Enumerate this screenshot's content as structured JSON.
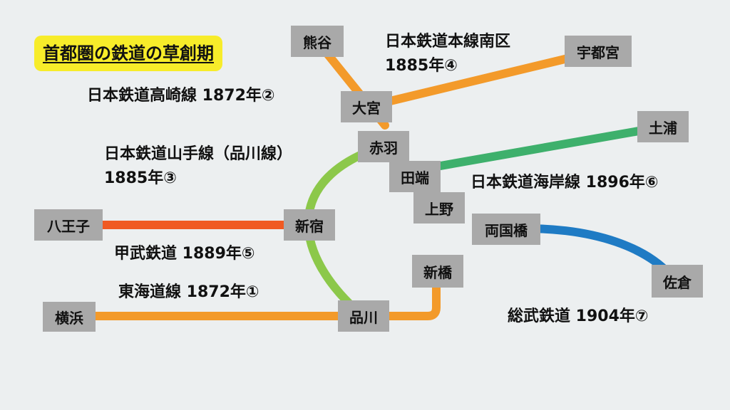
{
  "title": "首都圏の鉄道の草創期",
  "colors": {
    "background": "#eceff0",
    "title_highlight": "#f7ec2a",
    "station_box": "#a9a9a9",
    "tokaido": "#f39a2a",
    "takasaki": "#f39a2a",
    "yamanote": "#8cc84a",
    "nanku": "#f39a2a",
    "kobu": "#f05a22",
    "kaigan": "#3eb06c",
    "sobu": "#1f7bc4"
  },
  "stations": {
    "kumagaya": "熊谷",
    "omiya": "大宮",
    "utsunomiya": "宇都宮",
    "akabane": "赤羽",
    "tabata": "田端",
    "ueno": "上野",
    "tsuchiura": "土浦",
    "hachioji": "八王子",
    "shinjuku": "新宿",
    "ryogoku": "両国橋",
    "shimbashi": "新橋",
    "sakura": "佐倉",
    "yokohama": "横浜",
    "shinagawa": "品川"
  },
  "lines": {
    "nanku": [
      "日本鉄道本線南区",
      "1885年④"
    ],
    "takasaki": "日本鉄道高崎線 1872年②",
    "yamanote": [
      "日本鉄道山手線（品川線）",
      "1885年③"
    ],
    "kaigan": "日本鉄道海岸線 1896年⑥",
    "kobu": "甲武鉄道 1889年⑤",
    "tokaido": "東海道線 1872年①",
    "sobu": "総武鉄道 1904年⑦"
  }
}
